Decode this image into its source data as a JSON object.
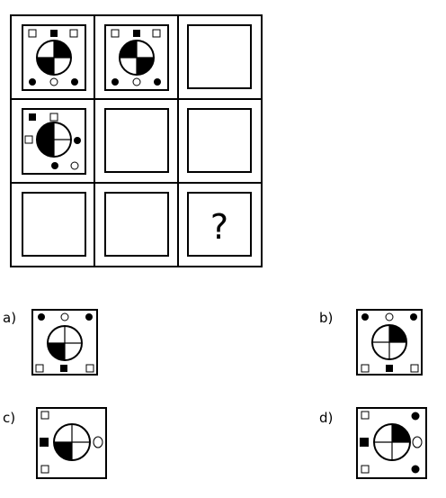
{
  "question_mark": "?",
  "options": [
    {
      "key": "a",
      "label": "a)"
    },
    {
      "key": "b",
      "label": "b)"
    },
    {
      "key": "c",
      "label": "c)"
    },
    {
      "key": "d",
      "label": "d)"
    }
  ],
  "colors": {
    "stroke": "#000000",
    "fill_dark": "#000000",
    "fill_light": "#ffffff"
  }
}
